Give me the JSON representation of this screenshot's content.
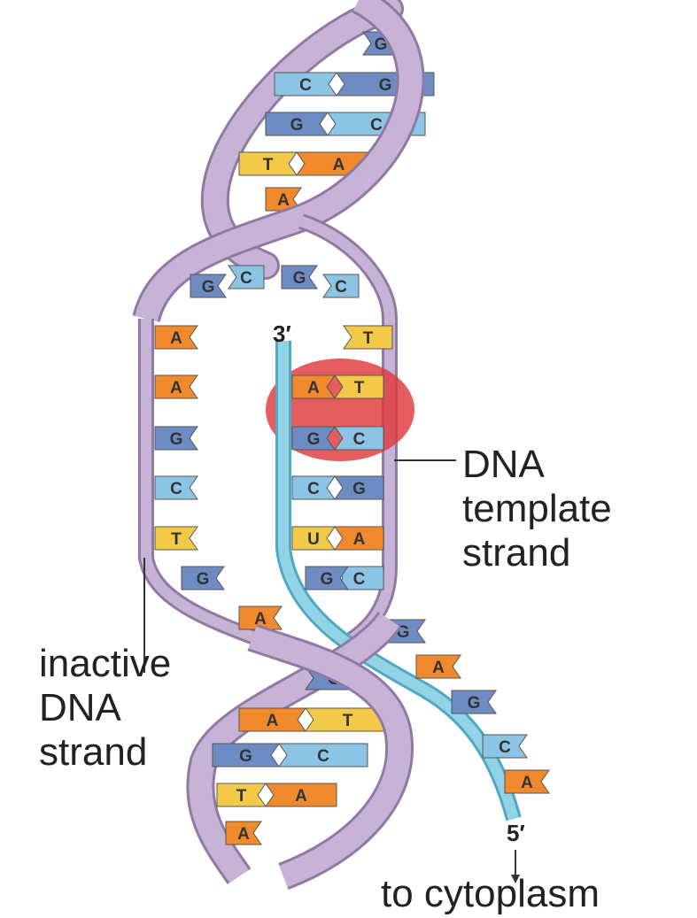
{
  "labels": {
    "template": [
      "DNA",
      "template",
      "strand"
    ],
    "inactive": [
      "inactive",
      "DNA",
      "strand"
    ],
    "three_prime": "3′",
    "five_prime": "5′",
    "destination": "to cytoplasm"
  },
  "bases": {
    "top_helix": [
      [
        "",
        "G"
      ],
      [
        "C",
        "G"
      ],
      [
        "G",
        "C"
      ],
      [
        "T",
        "A"
      ],
      [
        "A",
        ""
      ]
    ],
    "unwound_top": [
      "G",
      "C",
      "G",
      "C"
    ],
    "inactive_side": [
      "A",
      "A",
      "G",
      "C",
      "T",
      "G",
      "A"
    ],
    "template_side": [
      "T",
      "T",
      "C",
      "G",
      "A",
      "C"
    ],
    "rna": [
      "A",
      "G",
      "C",
      "U",
      "G"
    ],
    "rna_exit": [
      "G",
      "A",
      "G",
      "C",
      "A"
    ],
    "bottom_helix": [
      [
        "",
        "G"
      ],
      [
        "A",
        "T"
      ],
      [
        "G",
        "C"
      ],
      [
        "T",
        "A"
      ],
      [
        "A",
        ""
      ]
    ]
  },
  "colors": {
    "backbone": "#c7b3d6",
    "backbone_edge": "#8f7aa6",
    "template_strand": "#92d3e6",
    "A": "#f08a2c",
    "T": "#f3c94a",
    "G": "#6e8cc4",
    "C": "#8cc4e6",
    "U": "#f3c94a",
    "highlight": "#e0393c"
  }
}
